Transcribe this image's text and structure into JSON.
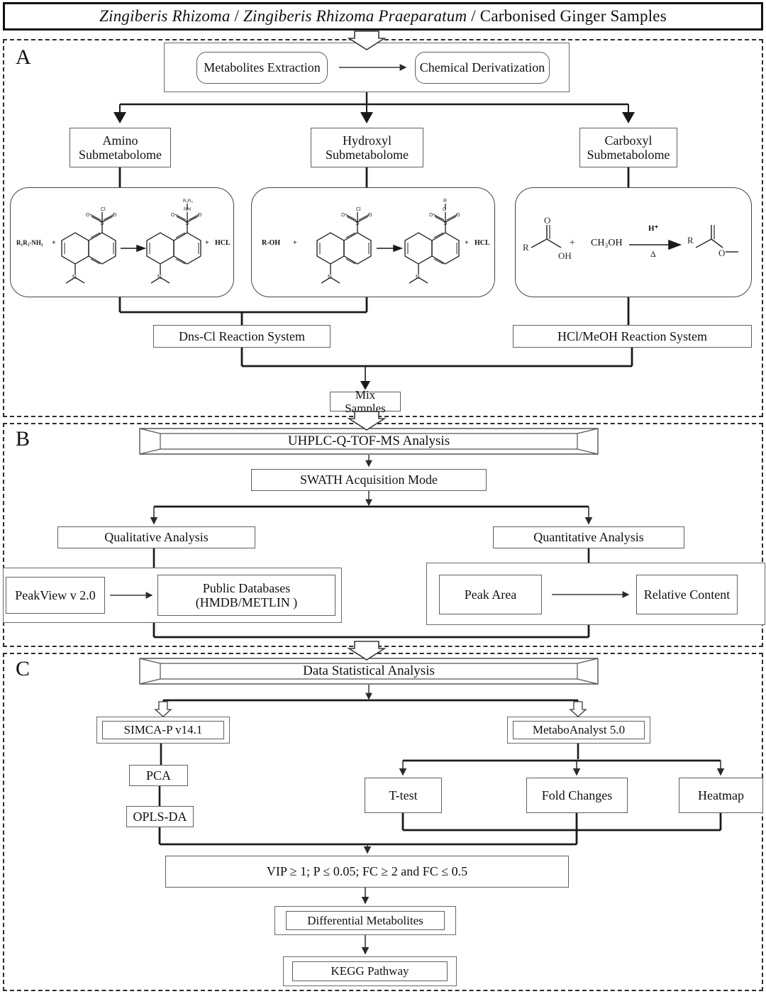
{
  "header": {
    "species_1": "Zingiberis Rhizoma",
    "sep_1": " / ",
    "species_2": "Zingiberis Rhizoma Praeparatum",
    "sep_2": " / ",
    "plain": "Carbonised Ginger Samples",
    "full_title": "Zingiberis Rhizoma / Zingiberis Rhizoma Praeparatum / Carbonised Ginger Samples"
  },
  "panels": {
    "a": {
      "label": "A"
    },
    "b": {
      "label": "B"
    },
    "c": {
      "label": "C"
    }
  },
  "panel_a": {
    "prep": {
      "step_1": "Metabolites Extraction",
      "step_2": "Chemical Derivatization"
    },
    "submetabolomes": [
      {
        "line1": "Amino",
        "line2": "Submetabolome"
      },
      {
        "line1": "Hydroxyl",
        "line2": "Submetabolome"
      },
      {
        "line1": "Carboxyl",
        "line2": "Submetabolome"
      }
    ],
    "reactions": {
      "amino": {
        "reactant": "R₁R₂-NH₂",
        "plus": "+",
        "byproduct": "HCL",
        "product_sub": "R₁R₂",
        "product_nh": "NH",
        "atom_cl": "Cl",
        "atom_o": "O",
        "atom_s": "S",
        "atom_n": "N"
      },
      "hydroxyl": {
        "reactant": "R-OH",
        "plus": "+",
        "byproduct": "HCL",
        "product_sub": "R",
        "product_o": "O",
        "atom_cl": "Cl",
        "atom_o": "O",
        "atom_s": "S",
        "atom_n": "N"
      },
      "carboxyl": {
        "reactant_r": "R",
        "reactant_o": "O",
        "reactant_oh": "OH",
        "plus": "+",
        "reagent": "CH₃OH",
        "cat_above": "H⁺",
        "cat_below": "Δ",
        "product_r": "R",
        "product_o": "O"
      }
    },
    "systems": {
      "dns": "Dns-Cl Reaction System",
      "hcl_meoh": "HCl/MeOH Reaction System"
    },
    "mix": "Mix Samples"
  },
  "panel_b": {
    "instrument": "UHPLC-Q-TOF-MS Analysis",
    "acquisition": "SWATH Acquisition Mode",
    "qualitative": {
      "title": "Qualitative Analysis",
      "software": "PeakView v 2.0",
      "databases_line1": "Public Databases",
      "databases_line2": "(HMDB/METLIN )"
    },
    "quantitative": {
      "title": "Quantitative Analysis",
      "metric": "Peak Area",
      "result": "Relative Content"
    }
  },
  "panel_c": {
    "banner": "Data Statistical Analysis",
    "tools": {
      "simca": "SIMCA-P v14.1",
      "metaboanalyst": "MetaboAnalyst 5.0"
    },
    "simca_methods": [
      "PCA",
      "OPLS-DA"
    ],
    "metabo_methods": [
      "T-test",
      "Fold Changes",
      "Heatmap"
    ],
    "criteria": "VIP ≥ 1; P ≤ 0.05; FC ≥ 2 and FC ≤ 0.5",
    "outputs": {
      "differential": "Differential Metabolites",
      "kegg": "KEGG Pathway"
    }
  },
  "colors": {
    "ink": "#111111",
    "box_border": "#5f5f5f",
    "panel_border": "#2c2c2c",
    "connector": "#1a1a1a",
    "background": "#ffffff"
  }
}
